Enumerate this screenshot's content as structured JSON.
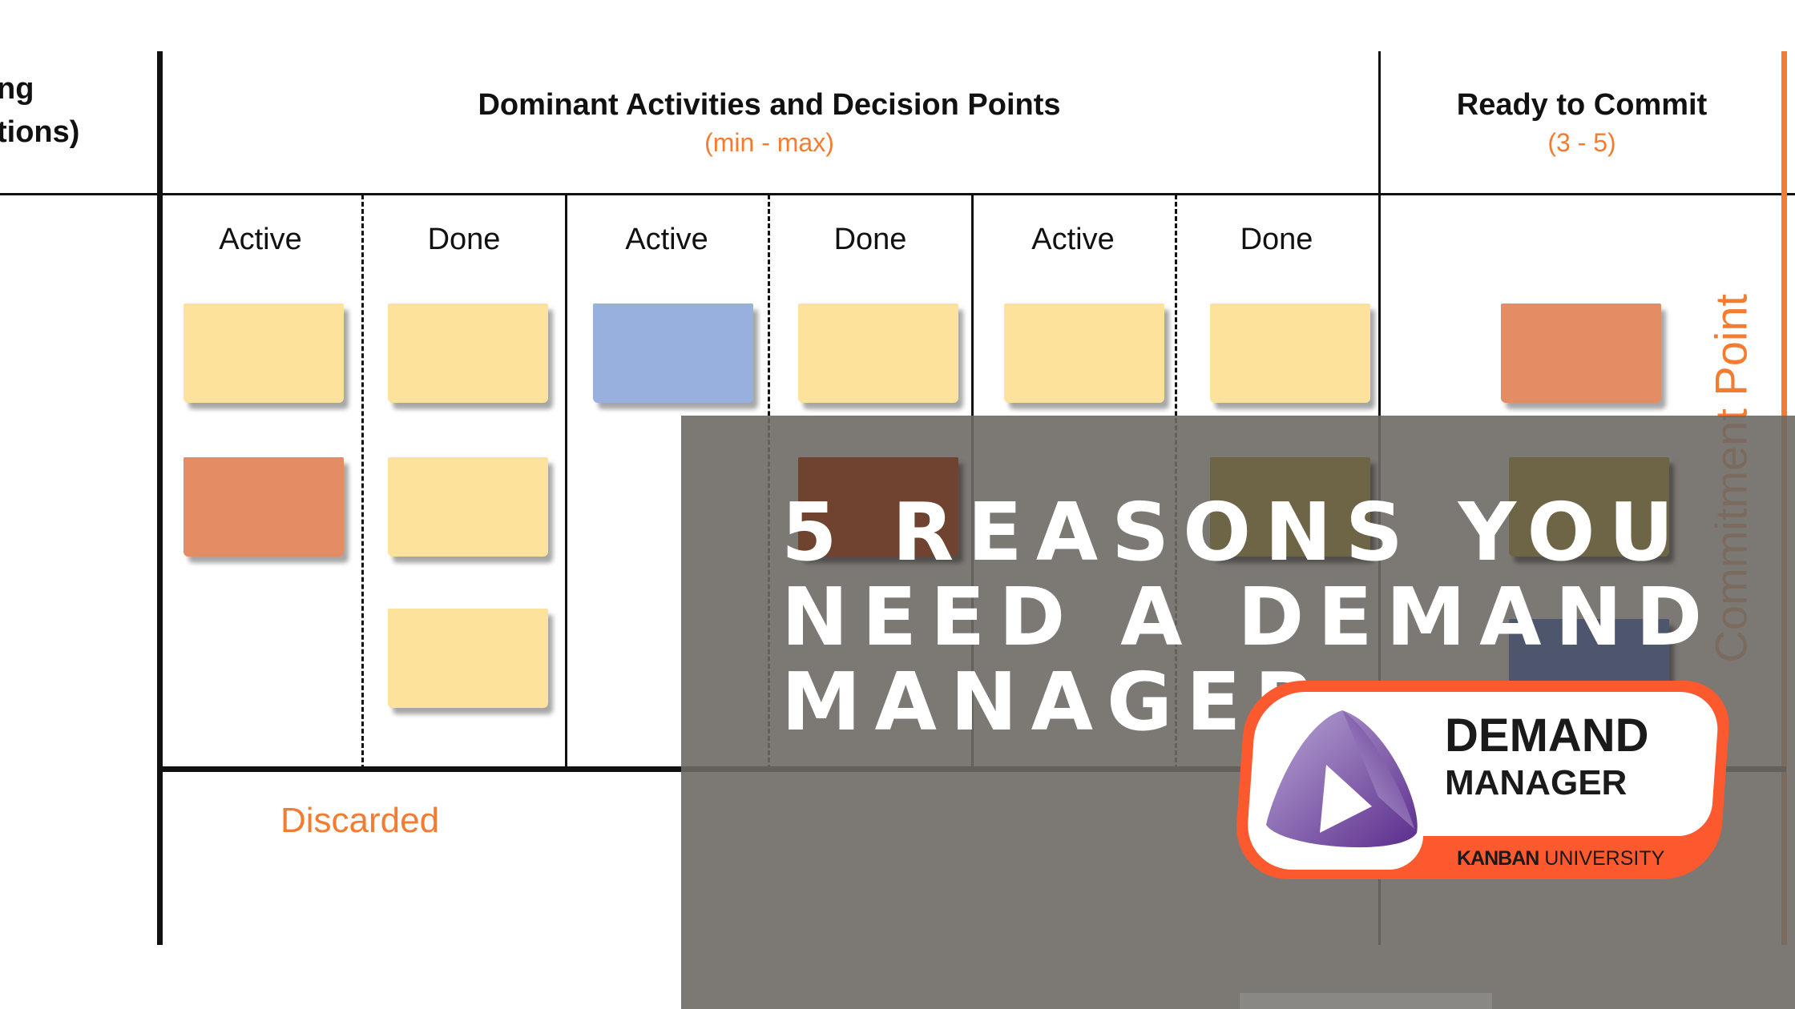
{
  "left_header": {
    "line1": "ng",
    "line2": "tions)"
  },
  "main_header": {
    "title": "Dominant Activities and Decision Points",
    "limit": "(min - max)"
  },
  "ready_header": {
    "title": "Ready to Commit",
    "limit": "(3 - 5)"
  },
  "columns": [
    "Active",
    "Done",
    "Active",
    "Done",
    "Active",
    "Done"
  ],
  "commitment_label": "Commitment Point",
  "discarded_label": "Discarded",
  "headline": {
    "line1": "5 REASONS YOU",
    "line2": "NEED A DEMAND",
    "line3": "MANAGER"
  },
  "logo": {
    "line1": "DEMAND",
    "line2": "MANAGER",
    "brand_bold": "KANBAN",
    "brand_light": "UNIVERSITY"
  },
  "colors": {
    "accent": "#f47c30",
    "sticky_yellow": "#fce29a",
    "sticky_blue": "#98b0dd",
    "sticky_orange": "#e48c63",
    "logo_orange": "#fc5a2e",
    "logo_purple": "#5b2d8c"
  }
}
